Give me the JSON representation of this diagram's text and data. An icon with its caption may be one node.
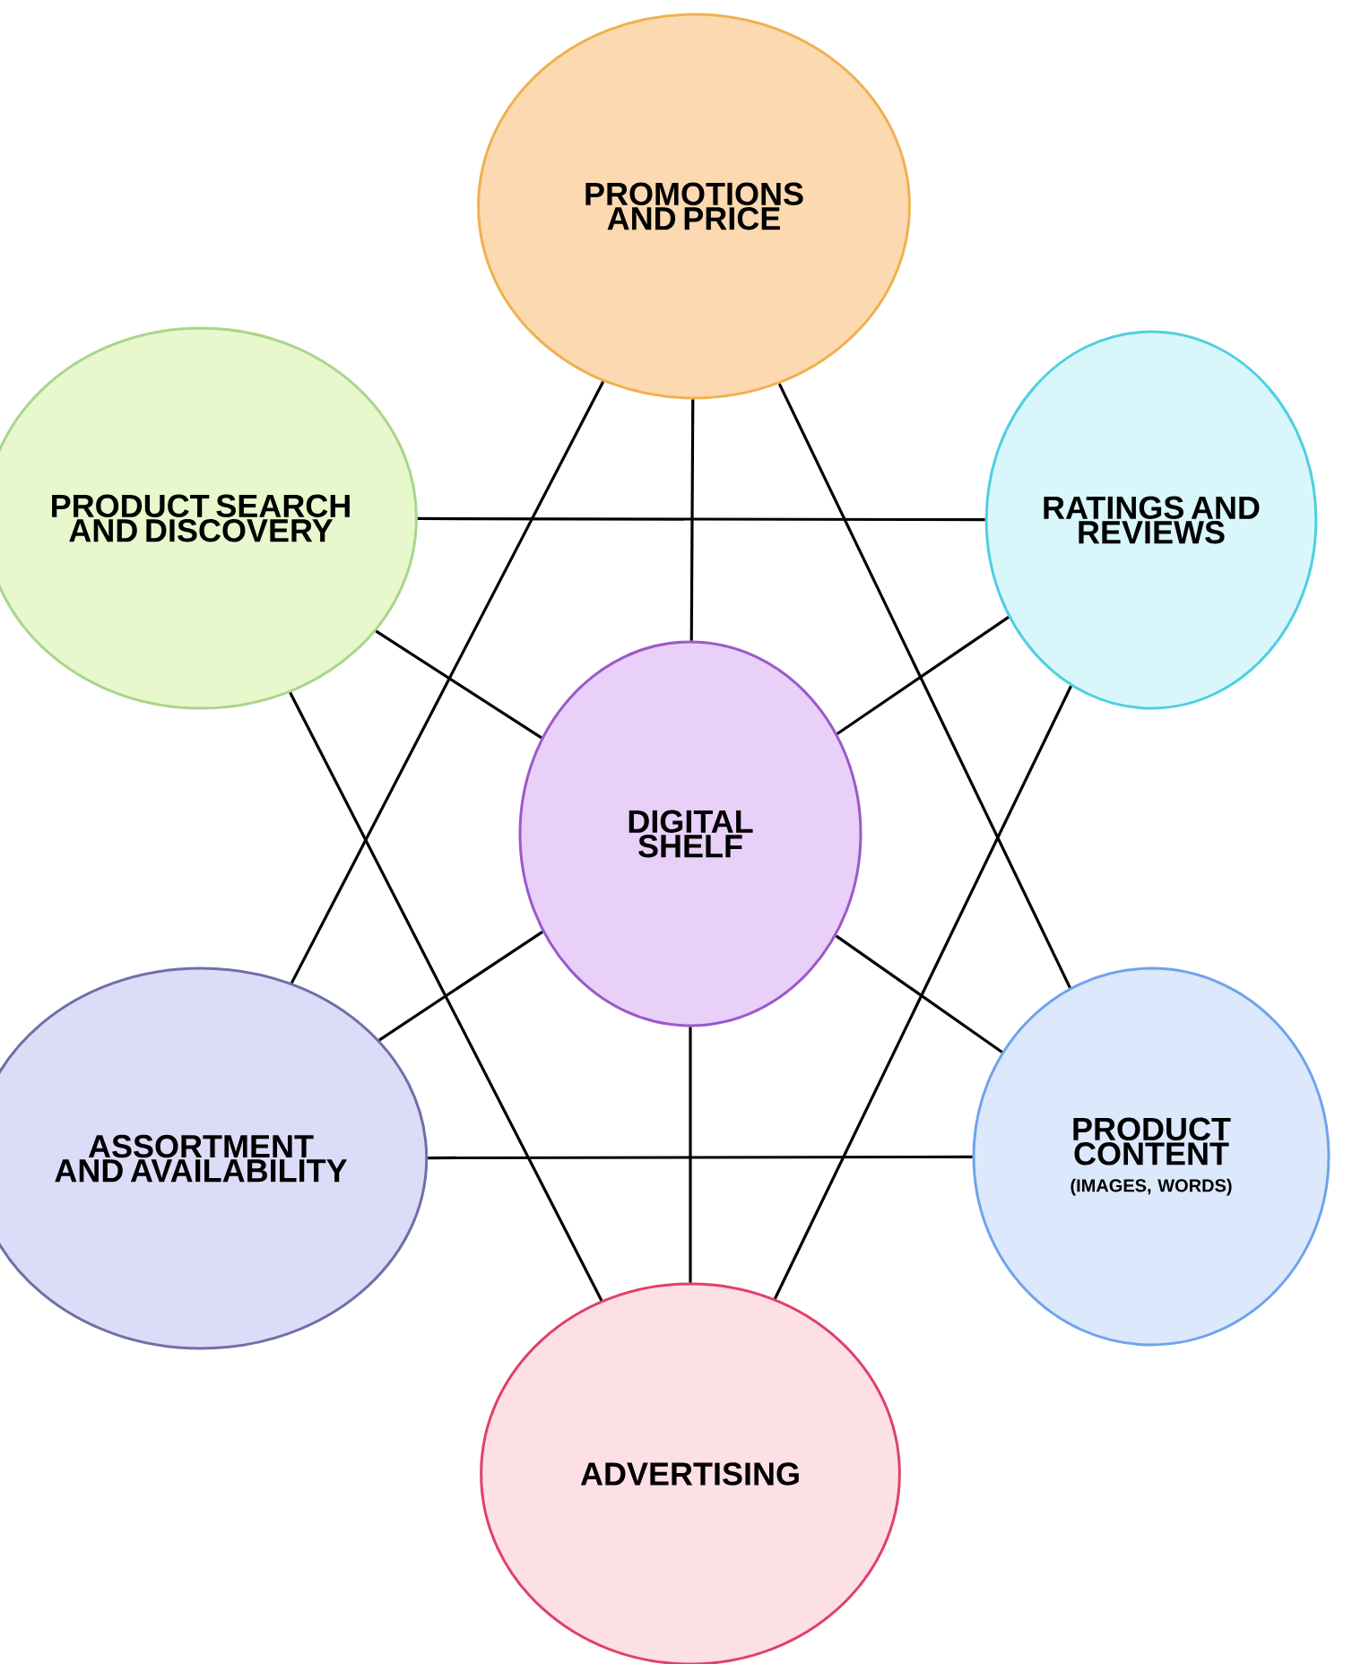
{
  "diagram": {
    "nodes": [
      {
        "text": [
          "PROMOTIONS AND PRICE"
        ]
      },
      {
        "text": [
          "PRODUCT SEARCH AND DISCOVERY"
        ]
      },
      {
        "text": [
          "RATINGS AND REVIEWS"
        ]
      },
      {
        "text": [
          "DIGITAL SHELF"
        ]
      },
      {
        "text": [
          "ASSORTMENT AND AVAILABILITY"
        ]
      },
      {
        "text": [
          "PRODUCT CONTENT",
          "(IMAGES, WORDS)"
        ]
      },
      {
        "text": [
          "ADVERTISING"
        ]
      }
    ],
    "edges": [
      {
        "from": 3,
        "to": 0,
        "arrow": "none"
      },
      {
        "from": 3,
        "to": 1,
        "arrow": "none"
      },
      {
        "from": 3,
        "to": 2,
        "arrow": "none"
      },
      {
        "from": 3,
        "to": 4,
        "arrow": "none"
      },
      {
        "from": 3,
        "to": 5,
        "arrow": "none"
      },
      {
        "from": 3,
        "to": 6,
        "arrow": "none"
      },
      {
        "from": 0,
        "to": 4,
        "arrow": "none"
      },
      {
        "from": 0,
        "to": 5,
        "arrow": "none"
      },
      {
        "from": 4,
        "to": 5,
        "arrow": "none"
      },
      {
        "from": 1,
        "to": 2,
        "arrow": "none"
      },
      {
        "from": 1,
        "to": 6,
        "arrow": "none"
      },
      {
        "from": 2,
        "to": 6,
        "arrow": "none"
      }
    ]
  }
}
